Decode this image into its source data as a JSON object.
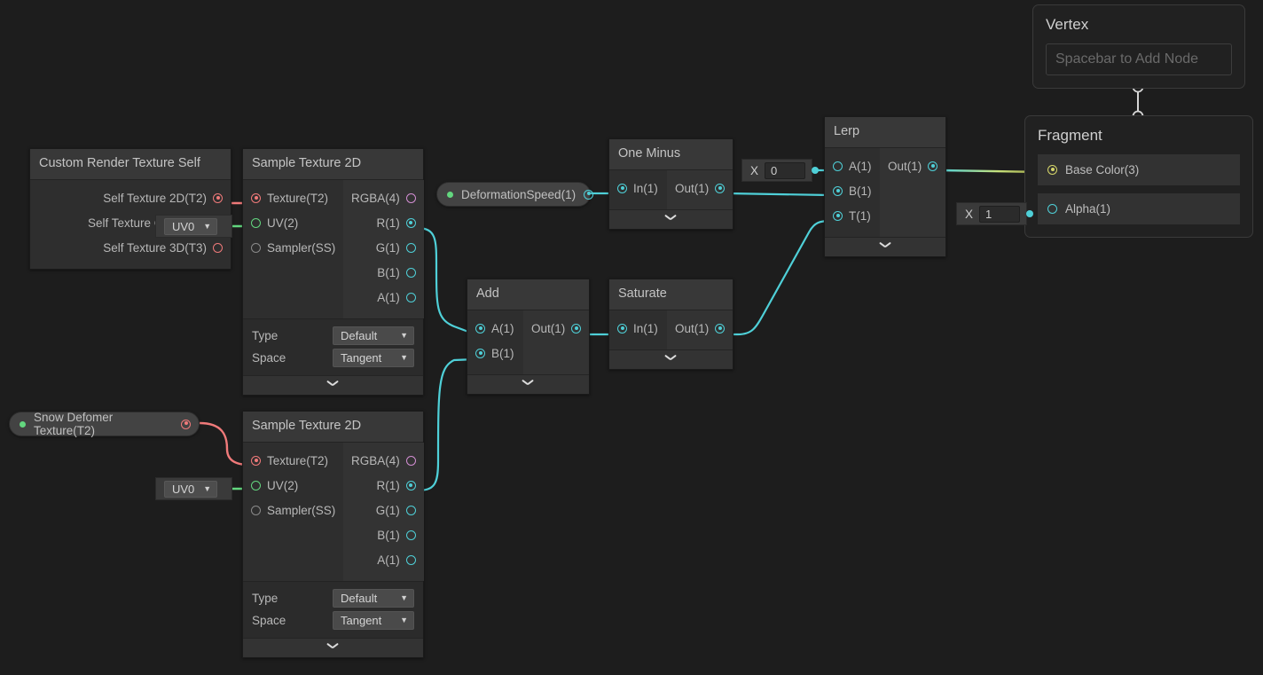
{
  "theme": {
    "canvas_bg": "#1d1d1d",
    "node_bg": "#282828",
    "title_bg": "#383838",
    "accent_float": "#4fd0d8",
    "accent_vec2": "#63d77f",
    "accent_vec3": "#d6d66a",
    "accent_vec4": "#d38ed3",
    "accent_texture": "#f07a7a"
  },
  "nodes": {
    "crt": {
      "title": "Custom Render Texture Self",
      "outputs": [
        {
          "label": "Self Texture 2D(T2)",
          "type": "texture",
          "connected": true
        },
        {
          "label": "Self Texture Cube(TC)",
          "type": "texture",
          "connected": false
        },
        {
          "label": "Self Texture 3D(T3)",
          "type": "texture",
          "connected": false
        }
      ]
    },
    "sample_top": {
      "title": "Sample Texture 2D",
      "inputs": [
        {
          "label": "Texture(T2)",
          "type": "texture",
          "connected": true
        },
        {
          "label": "UV(2)",
          "type": "vec2",
          "connected": true
        },
        {
          "label": "Sampler(SS)",
          "type": "sampler",
          "connected": false
        }
      ],
      "outputs": [
        {
          "label": "RGBA(4)",
          "type": "vec4",
          "connected": false
        },
        {
          "label": "R(1)",
          "type": "float",
          "connected": true
        },
        {
          "label": "G(1)",
          "type": "float",
          "connected": false
        },
        {
          "label": "B(1)",
          "type": "float",
          "connected": false
        },
        {
          "label": "A(1)",
          "type": "float",
          "connected": false
        }
      ],
      "rows": [
        {
          "label": "Type",
          "value": "Default"
        },
        {
          "label": "Space",
          "value": "Tangent"
        }
      ]
    },
    "sample_bottom": {
      "title": "Sample Texture 2D",
      "inputs": [
        {
          "label": "Texture(T2)",
          "type": "texture",
          "connected": true
        },
        {
          "label": "UV(2)",
          "type": "vec2",
          "connected": true
        },
        {
          "label": "Sampler(SS)",
          "type": "sampler",
          "connected": false
        }
      ],
      "outputs": [
        {
          "label": "RGBA(4)",
          "type": "vec4",
          "connected": false
        },
        {
          "label": "R(1)",
          "type": "float",
          "connected": true
        },
        {
          "label": "G(1)",
          "type": "float",
          "connected": false
        },
        {
          "label": "B(1)",
          "type": "float",
          "connected": false
        },
        {
          "label": "A(1)",
          "type": "float",
          "connected": false
        }
      ],
      "rows": [
        {
          "label": "Type",
          "value": "Default"
        },
        {
          "label": "Space",
          "value": "Tangent"
        }
      ]
    },
    "add": {
      "title": "Add",
      "inputs": [
        {
          "label": "A(1)",
          "type": "float",
          "connected": true
        },
        {
          "label": "B(1)",
          "type": "float",
          "connected": true
        }
      ],
      "outputs": [
        {
          "label": "Out(1)",
          "type": "float",
          "connected": true
        }
      ]
    },
    "saturate": {
      "title": "Saturate",
      "inputs": [
        {
          "label": "In(1)",
          "type": "float",
          "connected": true
        }
      ],
      "outputs": [
        {
          "label": "Out(1)",
          "type": "float",
          "connected": true
        }
      ]
    },
    "one_minus": {
      "title": "One Minus",
      "inputs": [
        {
          "label": "In(1)",
          "type": "float",
          "connected": true
        }
      ],
      "outputs": [
        {
          "label": "Out(1)",
          "type": "float",
          "connected": true
        }
      ]
    },
    "lerp": {
      "title": "Lerp",
      "inputs": [
        {
          "label": "A(1)",
          "type": "float",
          "connected": false
        },
        {
          "label": "B(1)",
          "type": "float",
          "connected": true
        },
        {
          "label": "T(1)",
          "type": "float",
          "connected": true
        }
      ],
      "outputs": [
        {
          "label": "Out(1)",
          "type": "float",
          "connected": true
        }
      ]
    }
  },
  "properties": [
    {
      "id": "snow_deformer",
      "label": "Snow Defomer Texture(T2)",
      "type": "texture"
    },
    {
      "id": "deformation_speed",
      "label": "DeformationSpeed(1)",
      "type": "float"
    }
  ],
  "widgets": {
    "uv_top": {
      "value": "UV0"
    },
    "uv_bottom": {
      "value": "UV0"
    },
    "float_lerp_a": {
      "label": "X",
      "value": "0"
    },
    "float_alpha": {
      "label": "X",
      "value": "1"
    }
  },
  "master": {
    "vertex": {
      "title": "Vertex",
      "hint": "Spacebar to Add Node"
    },
    "fragment": {
      "title": "Fragment",
      "blocks": [
        {
          "label": "Base Color(3)",
          "type": "vec3",
          "connected": true
        },
        {
          "label": "Alpha(1)",
          "type": "float",
          "connected": true
        }
      ]
    }
  },
  "icons": {
    "caret": "▼"
  }
}
